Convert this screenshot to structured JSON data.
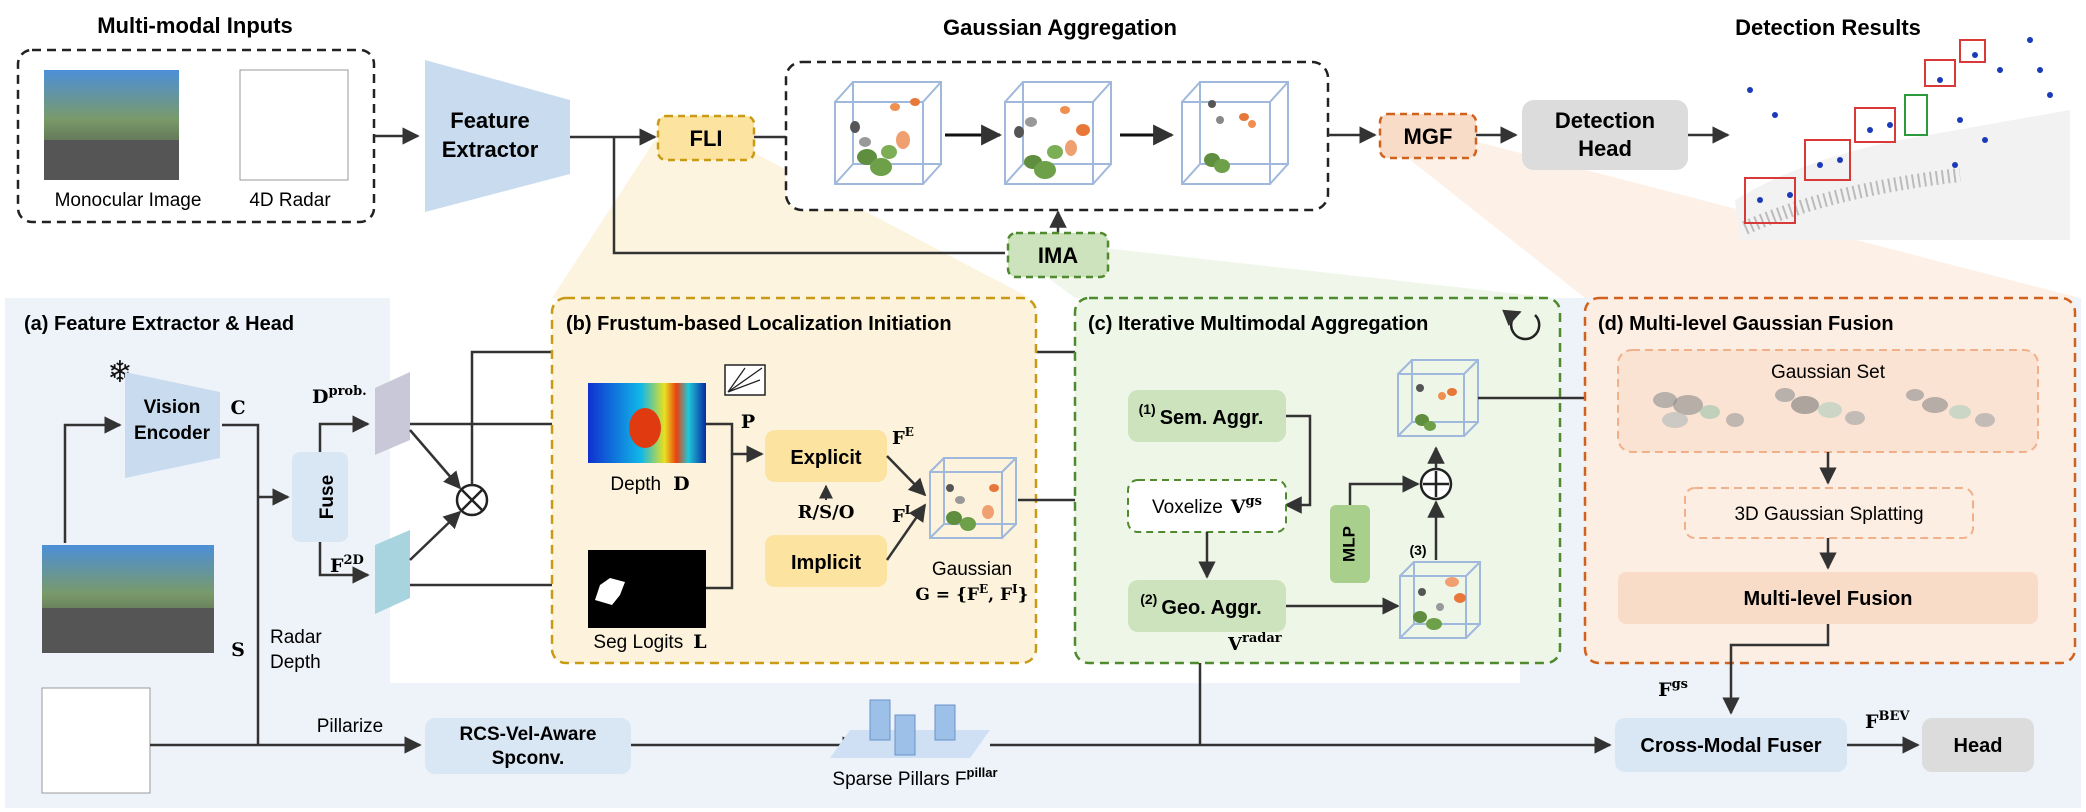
{
  "top": {
    "inputs_title": "Multi-modal Inputs",
    "mono_caption": "Monocular Image",
    "radar_caption": "4D Radar",
    "feature_extractor": [
      "Feature",
      "Extractor"
    ],
    "fli": "FLI",
    "aggregation_title": "Gaussian Aggregation",
    "ima": "IMA",
    "mgf": "MGF",
    "detection_head": [
      "Detection",
      "Head"
    ],
    "results_title": "Detection Results"
  },
  "panel_a": {
    "title": "(a) Feature Extractor & Head",
    "vision_encoder": [
      "Vision",
      "Encoder"
    ],
    "c_label": "C",
    "s_label": "S",
    "fuse": "Fuse",
    "d_prob": "D",
    "d_prob_sup": "prob.",
    "f2d": "F",
    "f2d_sup": "2D",
    "radar_depth": [
      "Radar",
      "Depth"
    ],
    "pillarize": "Pillarize",
    "rcs": [
      "RCS-Vel-Aware",
      "Spconv."
    ],
    "sparse_pillars": "Sparse Pillars F",
    "sparse_pillars_sup": "pillar",
    "cross_modal": "Cross-Modal Fuser",
    "fgs": "F",
    "fgs_sup": "gs",
    "fbev": "F",
    "fbev_sup": "BEV",
    "head": "Head"
  },
  "panel_b": {
    "title": "(b) Frustum-based Localization Initiation",
    "depth_caption": "Depth",
    "depth_symbol": "D",
    "seg_caption": "Seg Logits",
    "seg_symbol": "L",
    "p_label": "P",
    "explicit": "Explicit",
    "implicit": "Implicit",
    "rso": "R/S/O",
    "fe": "F",
    "fe_sup": "E",
    "fi": "F",
    "fi_sup": "I",
    "gaussian_caption": "Gaussian",
    "gaussian_formula": "G = {F",
    "gaussian_formula_mid": "E",
    "gaussian_formula_sep": ", F",
    "gaussian_formula_sup2": "I",
    "gaussian_formula_end": "}"
  },
  "panel_c": {
    "title": "(c) Iterative Multimodal Aggregation",
    "sem_num": "(1)",
    "sem": "Sem. Aggr.",
    "voxelize": "Voxelize",
    "vgs": "V",
    "vgs_sup": "gs",
    "geo_num": "(2)",
    "geo": "Geo. Aggr.",
    "vradar": "V",
    "vradar_sup": "radar",
    "mlp": "MLP",
    "step3": "(3)"
  },
  "panel_d": {
    "title": "(d) Multi-level Gaussian Fusion",
    "gaussian_set": "Gaussian Set",
    "splatting": "3D Gaussian Splatting",
    "fusion": "Multi-level Fusion"
  },
  "colors": {
    "panel_blue": "#eef3f9",
    "panel_yellow": "#fdf3dc",
    "panel_green": "#eef6e8",
    "panel_orange": "#fdeee4",
    "yellow_box": "#fce3a0",
    "green_box": "#cde3bd",
    "orange_box": "#f9dcc8",
    "blue_box": "#d9e6f3",
    "gray_box": "#dcdcdc",
    "yellow_border": "#c99a13",
    "green_border": "#4f8a2f",
    "orange_border": "#d0621f"
  }
}
